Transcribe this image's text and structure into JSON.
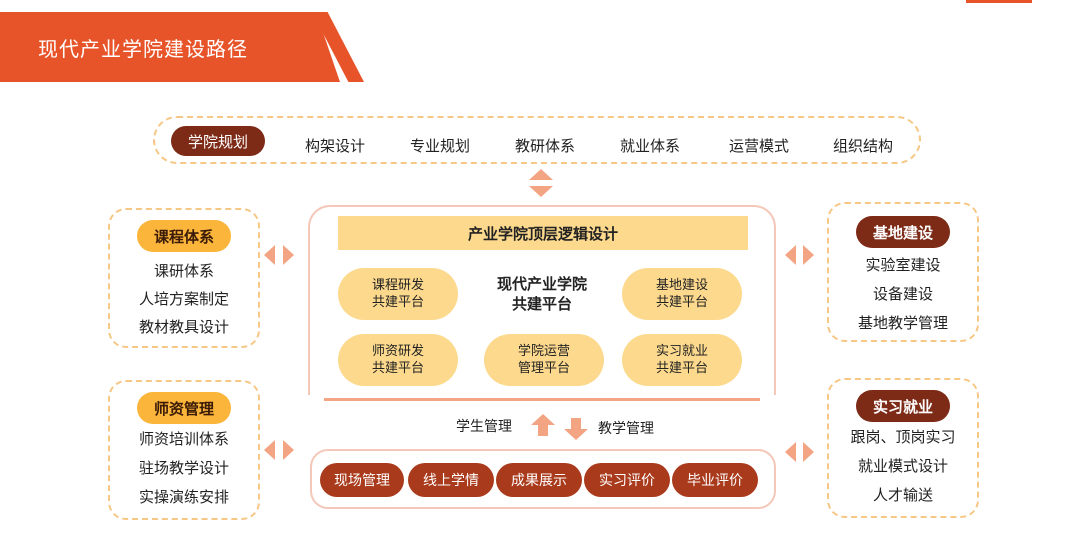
{
  "header": {
    "title": "现代产业学院建设路径"
  },
  "nav": {
    "items": [
      "学院规划",
      "构架设计",
      "专业规划",
      "教研体系",
      "就业体系",
      "运营模式",
      "组织结构"
    ]
  },
  "left_top": {
    "title": "课程体系",
    "items": [
      "课研体系",
      "人培方案制定",
      "教材教具设计"
    ]
  },
  "left_bottom": {
    "title": "师资管理",
    "items": [
      "师资培训体系",
      "驻场教学设计",
      "实操演练安排"
    ]
  },
  "right_top": {
    "title": "基地建设",
    "items": [
      "实验室建设",
      "设备建设",
      "基地教学管理"
    ]
  },
  "right_bottom": {
    "title": "实习就业",
    "items": [
      "跟岗、顶岗实习",
      "就业模式设计",
      "人才输送"
    ]
  },
  "center": {
    "top_layer": "产业学院顶层逻辑设计",
    "title_line1": "现代产业学院",
    "title_line2": "共建平台",
    "nodes": [
      {
        "line1": "课程研发",
        "line2": "共建平台"
      },
      {
        "line1": "基地建设",
        "line2": "共建平台"
      },
      {
        "line1": "师资研发",
        "line2": "共建平台"
      },
      {
        "line1": "学院运营",
        "line2": "管理平台"
      },
      {
        "line1": "实习就业",
        "line2": "共建平台"
      }
    ]
  },
  "bottom": {
    "left_label": "学生管理",
    "right_label": "教学管理",
    "items": [
      "现场管理",
      "线上学情",
      "成果展示",
      "实习评价",
      "毕业评价"
    ]
  },
  "colors": {
    "accent": "#e8542a",
    "dark": "#7d2a16",
    "yellow": "#fbb53a",
    "light": "#fcd98d",
    "arrow": "#f2a483"
  }
}
